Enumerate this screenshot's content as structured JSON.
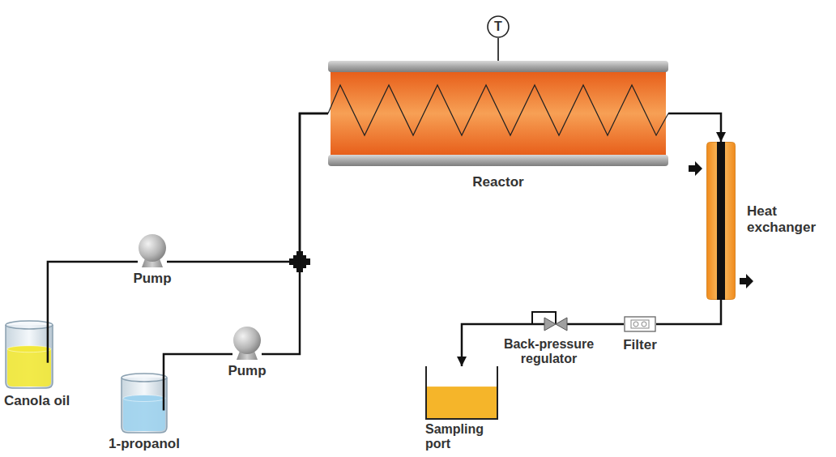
{
  "diagram": {
    "nodes": [
      {
        "text": [
          "T"
        ]
      },
      {
        "text": [
          "Reactor"
        ]
      },
      {
        "text": [
          "Heat exchanger"
        ]
      },
      {
        "text": [
          "Pump"
        ]
      },
      {
        "text": [
          "Canola oil"
        ]
      },
      {
        "text": [
          "Pump"
        ]
      },
      {
        "text": [
          "1-propanol"
        ]
      },
      {
        "text": [
          "Back-pressure regulator"
        ]
      },
      {
        "text": [
          "Filter"
        ]
      },
      {
        "text": [
          "Sampling port"
        ]
      }
    ],
    "edges": [
      {
        "from": 4,
        "to": 3,
        "arrow": "none"
      },
      {
        "from": 3,
        "to": 1,
        "arrow": "none"
      },
      {
        "from": 6,
        "to": 5,
        "arrow": "none"
      },
      {
        "from": 5,
        "to": 1,
        "arrow": "none"
      },
      {
        "from": 0,
        "to": 1,
        "arrow": "none"
      },
      {
        "from": 1,
        "to": 2,
        "arrow": "to"
      },
      {
        "from": 2,
        "to": 8,
        "arrow": "none"
      },
      {
        "from": 8,
        "to": 7,
        "arrow": "none"
      },
      {
        "from": 7,
        "to": 9,
        "arrow": "to"
      }
    ]
  }
}
